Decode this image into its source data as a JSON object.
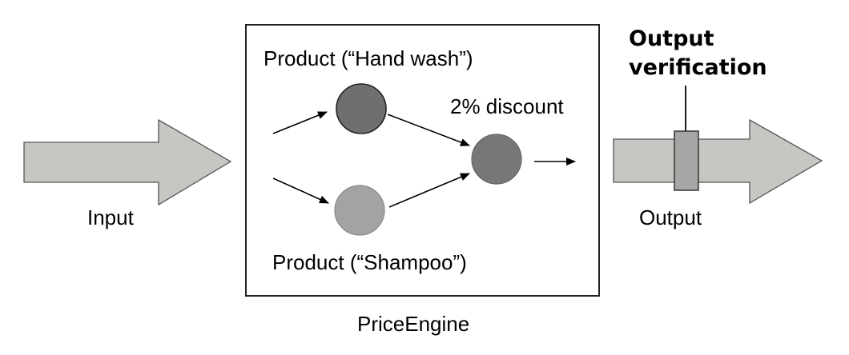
{
  "diagram": {
    "input_label": "Input",
    "output_label": "Output",
    "engine_label": "PriceEngine",
    "product_top_label": "Product (“Hand wash”)",
    "product_bottom_label": "Product (“Shampoo”)",
    "discount_label": "2% discount",
    "verification_label_line1": "Output",
    "verification_label_line2": "verification"
  },
  "colors": {
    "arrow_fill": "#c6c7c2",
    "node_dark": "#6f6f6f",
    "node_light": "#a3a3a3",
    "node_discount": "#777777",
    "verification_fill": "#a6a6a4"
  }
}
